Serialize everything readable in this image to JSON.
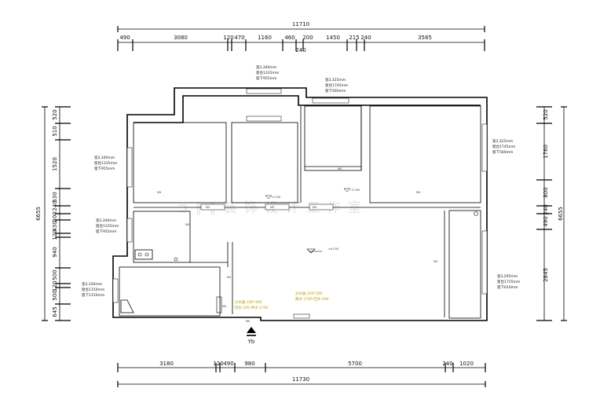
{
  "dimensions": {
    "top_outer": "11710",
    "top_mid": "240",
    "top_segments": [
      "490",
      "3080",
      "120",
      "470",
      "1160",
      "460",
      "200",
      "1450",
      "215",
      "240",
      "3585"
    ],
    "bottom_segments": [
      "3180",
      "120",
      "490",
      "980",
      "5700",
      "240",
      "1020"
    ],
    "bottom_outer": "11730",
    "left_outer": "6655",
    "left_segments": [
      "520",
      "510",
      "1520",
      "530",
      "240",
      "200",
      "430",
      "120",
      "940",
      "500",
      "120",
      "500",
      "645"
    ],
    "right_outer": "6655",
    "right_segments": [
      "520",
      "1760",
      "800",
      "240",
      "490",
      "2845"
    ]
  },
  "window_notes": [
    [
      "宽3,340mm",
      "窗台1335mm",
      "窗下955mm"
    ],
    [
      "宽3,325mm",
      "窗台1745mm",
      "窗下560mm"
    ],
    [
      "宽3,340mm",
      "窗台1335mm",
      "窗下955mm"
    ],
    [
      "宽3,325mm",
      "窗台1745mm",
      "窗下560mm"
    ],
    [
      "宽3,340mm",
      "窗台1335mm",
      "窗下955mm"
    ],
    [
      "宽3,330mm",
      "窗台1150mm",
      "窗下1150mm"
    ],
    [
      "宽3,295mm",
      "窗台1725mm",
      "窗下610mm"
    ]
  ],
  "level_marks": [
    "-0.250",
    "-0.250",
    "±0.030"
  ],
  "tags": [
    "M4",
    "M5",
    "M4",
    "M4",
    "M4",
    "M4",
    "M4",
    "M5",
    "M4",
    "M4",
    "M4"
  ],
  "equipment_notes": {
    "a": [
      "分水器 200*300",
      "集水:1700 回水:200"
    ],
    "b": [
      "分水器 200*300",
      "回水:100 供水:1700"
    ]
  },
  "entrance_label": "Yb",
  "watermark": "⊐ ∥ ∥ 装 饰 设 计 工 作 室"
}
